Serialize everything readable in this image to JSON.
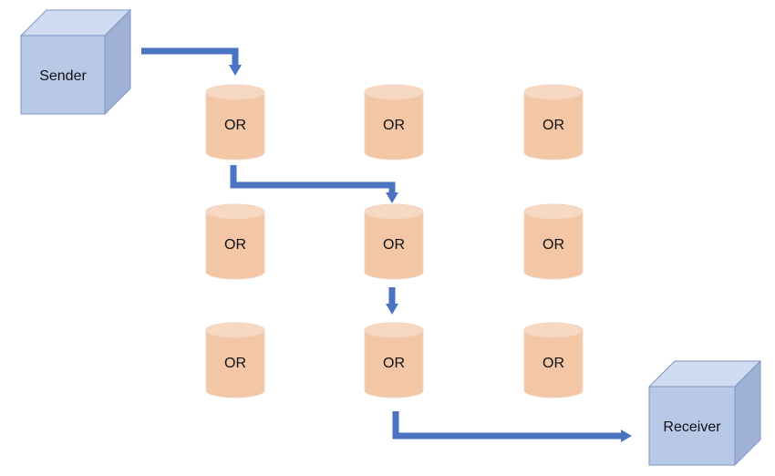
{
  "sender": {
    "label": "Sender"
  },
  "receiver": {
    "label": "Receiver"
  },
  "onion_routers": [
    {
      "label": "OR"
    },
    {
      "label": "OR"
    },
    {
      "label": "OR"
    },
    {
      "label": "OR"
    },
    {
      "label": "OR"
    },
    {
      "label": "OR"
    },
    {
      "label": "OR"
    },
    {
      "label": "OR"
    },
    {
      "label": "OR"
    }
  ],
  "colors": {
    "box_front": "#b8c9e8",
    "box_top": "#cfdcf2",
    "box_side": "#9fb2d6",
    "box_stroke": "#7f96c3",
    "cylinder_body": "#f3c6a6",
    "cylinder_top": "#f7d8c2",
    "cylinder_stroke": "#f1d4c0",
    "arrow": "#4a73c2"
  }
}
